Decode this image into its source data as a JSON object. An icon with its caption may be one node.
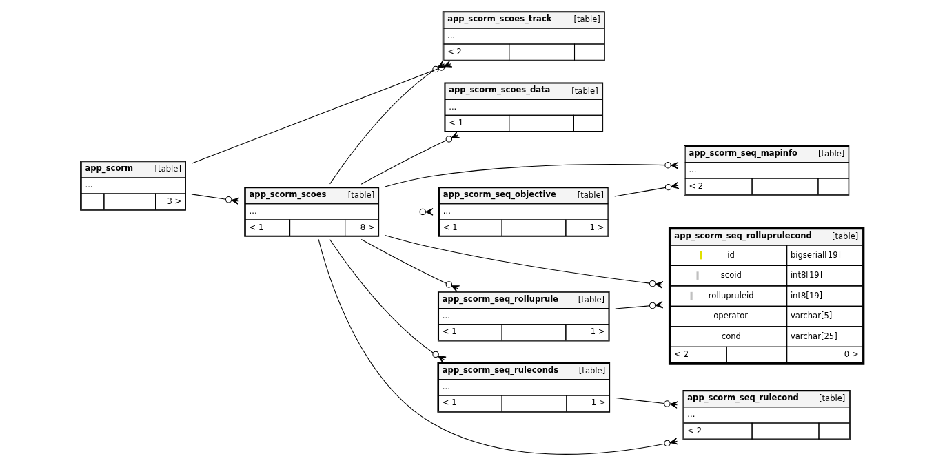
{
  "diagram": {
    "nodes": [
      {
        "text": [
          "app_scorm",
          "[table]",
          "...",
          "3 >"
        ]
      },
      {
        "text": [
          "app_scorm_scoes_track",
          "[table]",
          "...",
          "< 2"
        ]
      },
      {
        "text": [
          "app_scorm_scoes_data",
          "[table]",
          "...",
          "< 1"
        ]
      },
      {
        "text": [
          "app_scorm_scoes",
          "[table]",
          "...",
          "< 1",
          "8 >"
        ]
      },
      {
        "text": [
          "app_scorm_seq_mapinfo",
          "[table]",
          "...",
          "< 2"
        ]
      },
      {
        "text": [
          "app_scorm_seq_objective",
          "[table]",
          "...",
          "< 1",
          "1 >"
        ]
      },
      {
        "text": [
          "app_scorm_seq_rolluprulecond",
          "[table]",
          "id",
          "bigserial[19]",
          "scoid",
          "int8[19]",
          "rollupruleid",
          "int8[19]",
          "operator",
          "varchar[5]",
          "cond",
          "varchar[25]",
          "< 2",
          "0 >"
        ]
      },
      {
        "text": [
          "app_scorm_seq_rolluprule",
          "[table]",
          "...",
          "< 1",
          "1 >"
        ]
      },
      {
        "text": [
          "app_scorm_seq_ruleconds",
          "[table]",
          "...",
          "< 1",
          "1 >"
        ]
      },
      {
        "text": [
          "app_scorm_seq_rulecond",
          "[table]",
          "...",
          "< 2"
        ]
      }
    ],
    "edges": [
      {
        "from": 0,
        "to": 1,
        "arrow": "other"
      },
      {
        "from": 0,
        "to": 3,
        "arrow": "other"
      },
      {
        "from": 3,
        "to": 1,
        "arrow": "other"
      },
      {
        "from": 3,
        "to": 2,
        "arrow": "other"
      },
      {
        "from": 3,
        "to": 4,
        "arrow": "other"
      },
      {
        "from": 3,
        "to": 5,
        "arrow": "other"
      },
      {
        "from": 3,
        "to": 6,
        "arrow": "other"
      },
      {
        "from": 3,
        "to": 7,
        "arrow": "other"
      },
      {
        "from": 3,
        "to": 8,
        "arrow": "other"
      },
      {
        "from": 3,
        "to": 9,
        "arrow": "other"
      },
      {
        "from": 5,
        "to": 4,
        "arrow": "other"
      },
      {
        "from": 7,
        "to": 6,
        "arrow": "other"
      },
      {
        "from": 8,
        "to": 9,
        "arrow": "other"
      }
    ]
  }
}
